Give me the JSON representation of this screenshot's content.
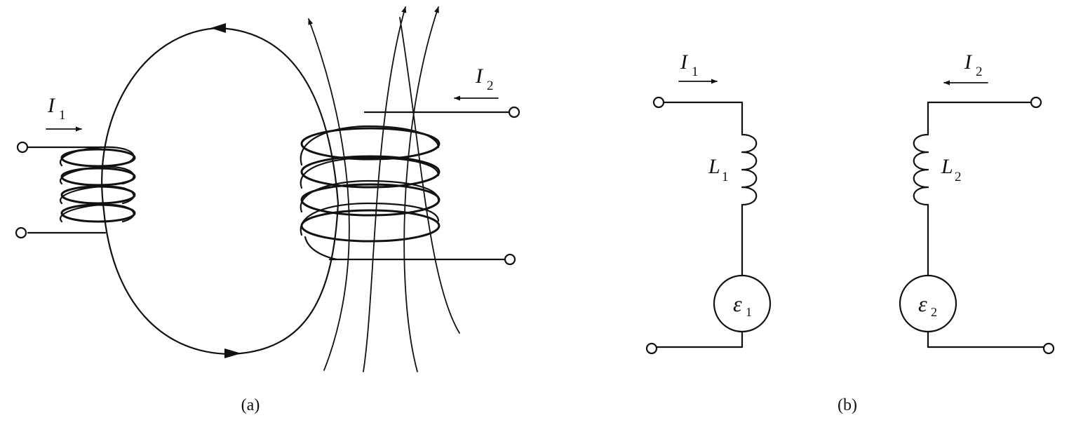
{
  "panel_a": {
    "caption": "(a)",
    "current1": {
      "symbol": "I",
      "subscript": "1"
    },
    "current2": {
      "symbol": "I",
      "subscript": "2"
    }
  },
  "panel_b": {
    "caption": "(b)",
    "current1": {
      "symbol": "I",
      "subscript": "1"
    },
    "current2": {
      "symbol": "I",
      "subscript": "2"
    },
    "inductor1": {
      "symbol": "L",
      "subscript": "1"
    },
    "inductor2": {
      "symbol": "L",
      "subscript": "2"
    },
    "emf1": {
      "symbol": "ε",
      "subscript": "1"
    },
    "emf2": {
      "symbol": "ε",
      "subscript": "2"
    }
  }
}
